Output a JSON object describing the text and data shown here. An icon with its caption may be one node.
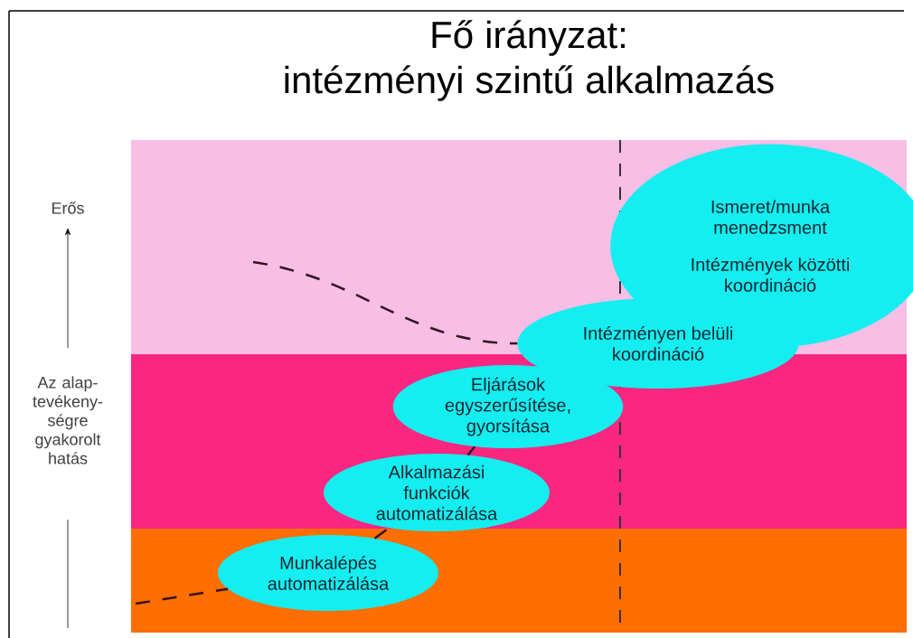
{
  "diagram": {
    "title": "Fő irányzat: intézményi szintű alkalmazás",
    "nodes": [
      {
        "text": [
          "Ismeret/munka menedzsment",
          "Intézmények közötti koordináció"
        ]
      },
      {
        "text": [
          "Intézményen belüli koordináció"
        ]
      },
      {
        "text": [
          "Eljárások egyszerűsítése, gyorsítása"
        ]
      },
      {
        "text": [
          "Alkalmazási funkciók automatizálása"
        ]
      },
      {
        "text": [
          "Munkalépés automatizálása"
        ]
      }
    ],
    "edges": [
      {
        "from": null,
        "to": 1,
        "arrow": "none",
        "style": "dashed"
      },
      {
        "from": null,
        "to": 4,
        "arrow": "none",
        "style": "dashed"
      },
      {
        "from": 4,
        "to": 3,
        "arrow": "none",
        "style": "dashed"
      },
      {
        "from": 3,
        "to": 2,
        "arrow": "none",
        "style": "dashed"
      }
    ],
    "labels": [
      "Erős",
      "Az alap- tevékeny- ségre gyakorolt hatás"
    ]
  }
}
